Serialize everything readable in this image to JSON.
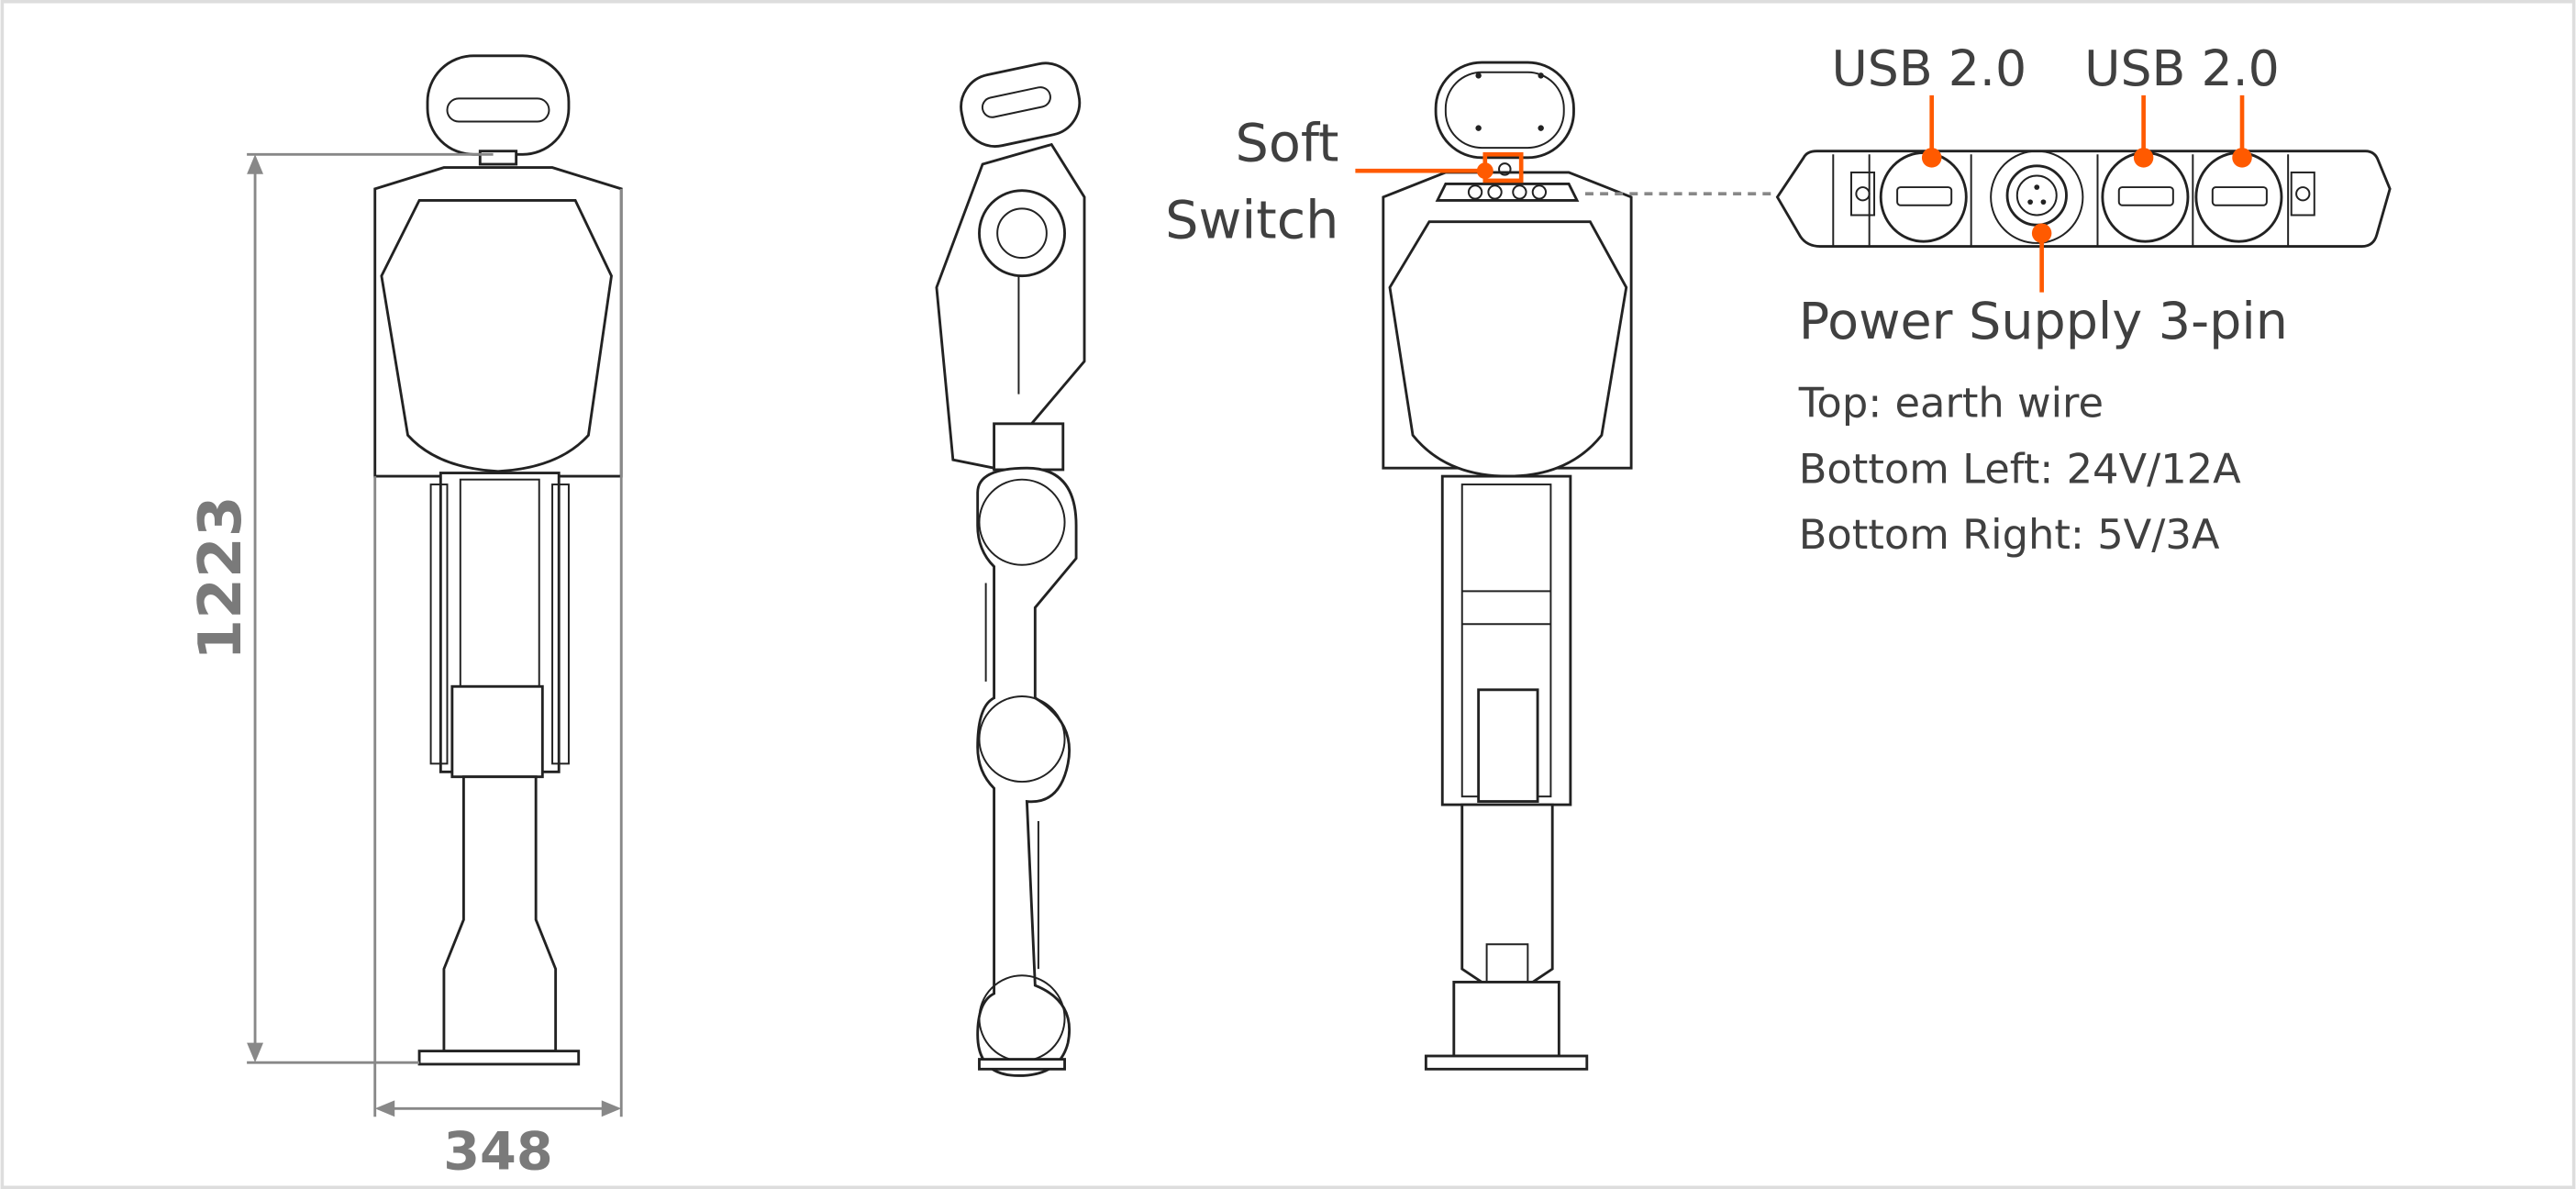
{
  "dimensions": {
    "height_value": "1223",
    "width_value": "348"
  },
  "labels": {
    "soft_switch_line1": "Soft",
    "soft_switch_line2": "Switch",
    "usb_left": "USB 2.0",
    "usb_right": "USB 2.0",
    "power_supply": "Power Supply 3-pin",
    "pin_top": "Top: earth wire",
    "pin_bottom_left": "Bottom Left: 24V/12A",
    "pin_bottom_right": "Bottom Right: 5V/3A"
  },
  "colors": {
    "accent": "#ff5a00",
    "text": "#404040",
    "dimension": "#7a7a7a",
    "frame": "#dddddd"
  }
}
